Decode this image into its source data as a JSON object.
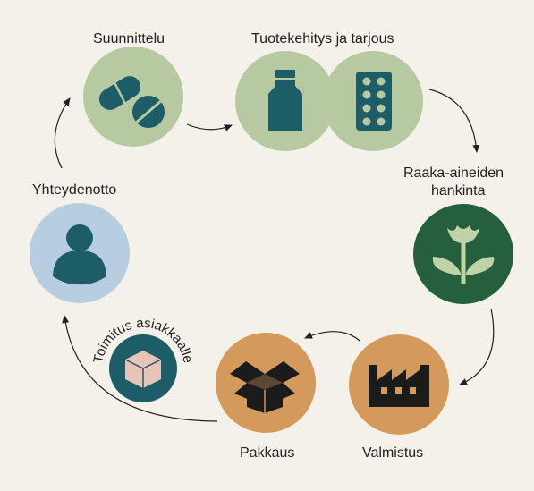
{
  "steps": {
    "planning": "Suunnittelu",
    "development": "Tuotekehitys ja tarjous",
    "sourcing_line1": "Raaka-aineiden",
    "sourcing_line2": "hankinta",
    "manufacturing": "Valmistus",
    "packaging": "Pakkaus",
    "delivery": "Toimitus asiakkaalle",
    "contact": "Yhteydenotto"
  },
  "icons": {
    "planning": "pills-icon",
    "development_a": "bottle-icon",
    "development_b": "blister-pack-icon",
    "sourcing": "plant-icon",
    "manufacturing": "factory-icon",
    "packaging": "open-box-icon",
    "delivery": "box-icon",
    "contact": "person-icon"
  },
  "colors": {
    "background": "#f4f1ea",
    "sage": "#b6c9a0",
    "teal": "#1d5d68",
    "forest": "#255f3e",
    "plant_light": "#bfd3a7",
    "ochre": "#d39a5c",
    "dark": "#1b1b1b",
    "pink": "#e8c4b8",
    "light_blue": "#b7cde0",
    "arrow": "#222222"
  }
}
